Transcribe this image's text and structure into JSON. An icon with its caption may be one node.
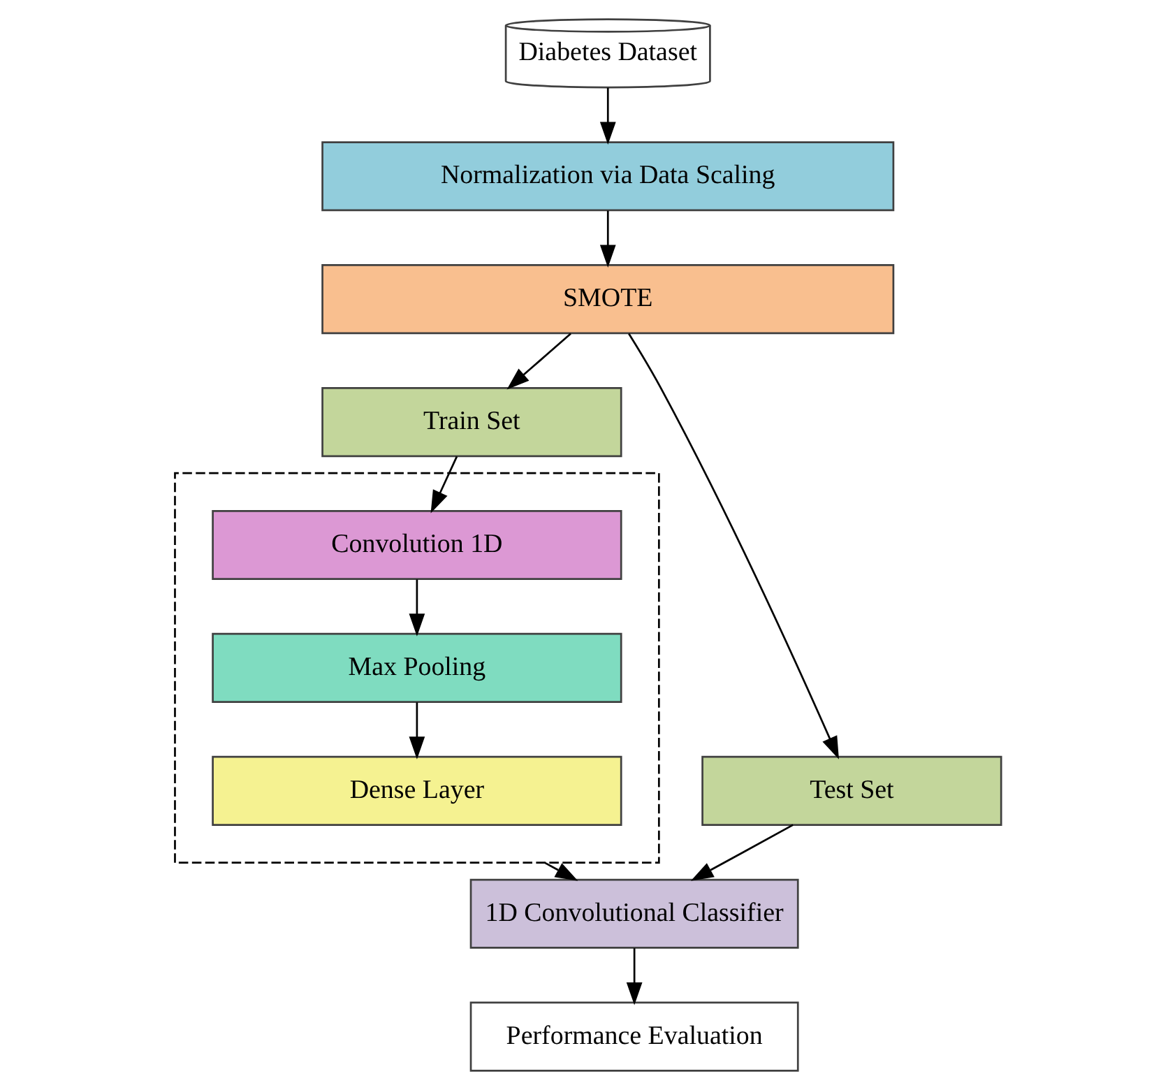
{
  "diagram": {
    "nodes": [
      {
        "text": [
          "Diabetes Dataset"
        ]
      },
      {
        "text": [
          "Normalization via Data Scaling"
        ]
      },
      {
        "text": [
          "SMOTE"
        ]
      },
      {
        "text": [
          "Train Set"
        ]
      },
      {
        "text": [
          "Test Set"
        ]
      },
      {
        "text": [],
        "shape": "box"
      },
      {
        "text": [
          "Convolution 1D"
        ],
        "in": 5
      },
      {
        "text": [
          "Max Pooling"
        ],
        "in": 5
      },
      {
        "text": [
          "Dense Layer"
        ],
        "in": 5
      },
      {
        "text": [
          "1D Convolutional Classifier"
        ]
      },
      {
        "text": [
          "Performance Evaluation"
        ]
      }
    ],
    "edges": [
      {
        "from": 0,
        "to": 1,
        "arrow": "to"
      },
      {
        "from": 1,
        "to": 2,
        "arrow": "to"
      },
      {
        "from": 2,
        "to": 3,
        "arrow": "to"
      },
      {
        "from": 2,
        "to": 4,
        "arrow": "to"
      },
      {
        "from": 3,
        "to": 6,
        "arrow": "to"
      },
      {
        "from": 6,
        "to": 7,
        "arrow": "to"
      },
      {
        "from": 7,
        "to": 8,
        "arrow": "to"
      },
      {
        "from": 5,
        "to": 9,
        "arrow": "to"
      },
      {
        "from": 4,
        "to": 9,
        "arrow": "to"
      },
      {
        "from": 9,
        "to": 10,
        "arrow": "to"
      }
    ]
  }
}
